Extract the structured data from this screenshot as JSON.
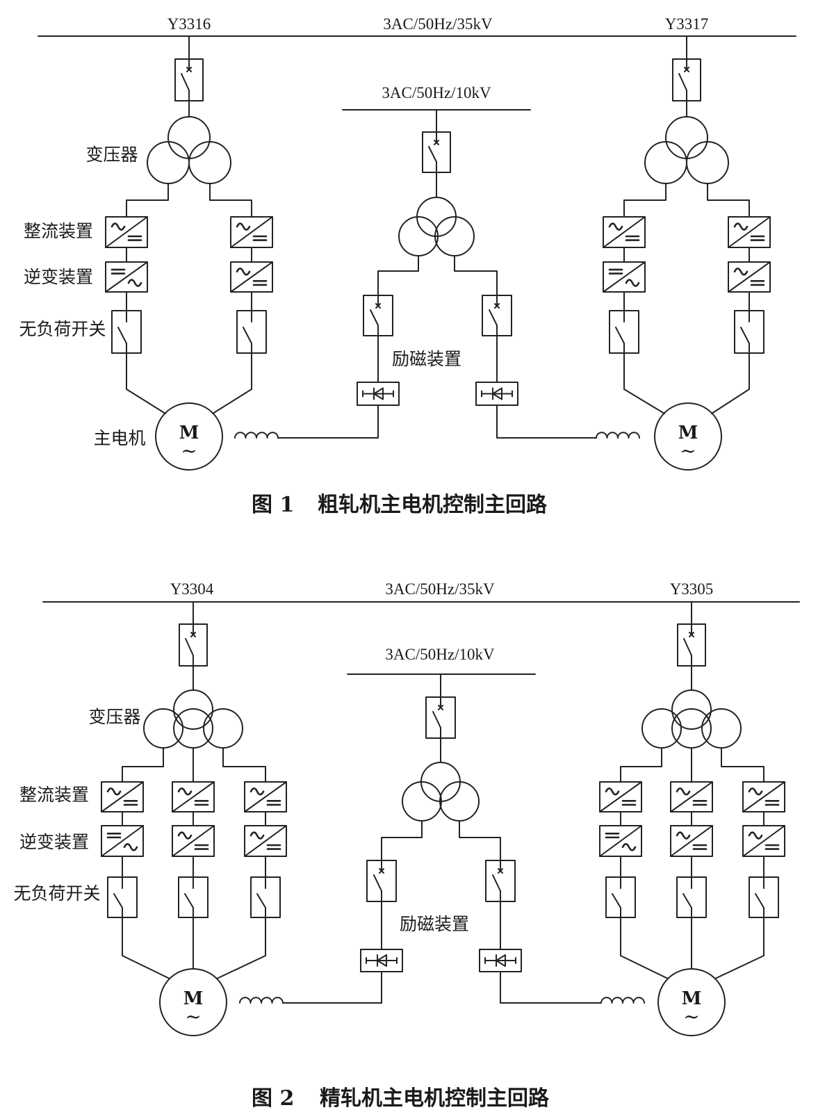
{
  "figure1": {
    "bus_35kv": {
      "left_feeder": "Y3316",
      "voltage": "3AC/50Hz/35kV",
      "right_feeder": "Y3317"
    },
    "bus_10kv": {
      "voltage": "3AC/50Hz/10kV"
    },
    "labels": {
      "transformer": "变压器",
      "rectifier": "整流装置",
      "inverter": "逆变装置",
      "load_switch": "无负荷开关",
      "excitation": "励磁装置",
      "motor": "主电机"
    },
    "caption": {
      "number": "图 1",
      "title": "粗轧机主电机控制主回路"
    }
  },
  "figure2": {
    "bus_35kv": {
      "left_feeder": "Y3304",
      "voltage": "3AC/50Hz/35kV",
      "right_feeder": "Y3305"
    },
    "bus_10kv": {
      "voltage": "3AC/50Hz/10kV"
    },
    "labels": {
      "transformer": "变压器",
      "rectifier": "整流装置",
      "inverter": "逆变装置",
      "load_switch": "无负荷开关",
      "excitation": "励磁装置"
    },
    "caption": {
      "number": "图 2",
      "title": "精轧机主电机控制主回路"
    }
  },
  "motor_symbol": {
    "letter": "M",
    "ac_mark": "~"
  },
  "icons": {
    "breaker": "circuit-breaker-icon",
    "load_switch": "load-switch-icon",
    "rectifier": "ac-dc-converter-icon",
    "inverter": "dc-ac-converter-icon",
    "diode": "diode-rectifier-icon",
    "motor": "ac-motor-icon",
    "coil": "field-winding-icon",
    "transformer": "transformer-icon"
  },
  "colors": {
    "line": "#222222",
    "text": "#1a1a1a",
    "background": "#ffffff"
  }
}
